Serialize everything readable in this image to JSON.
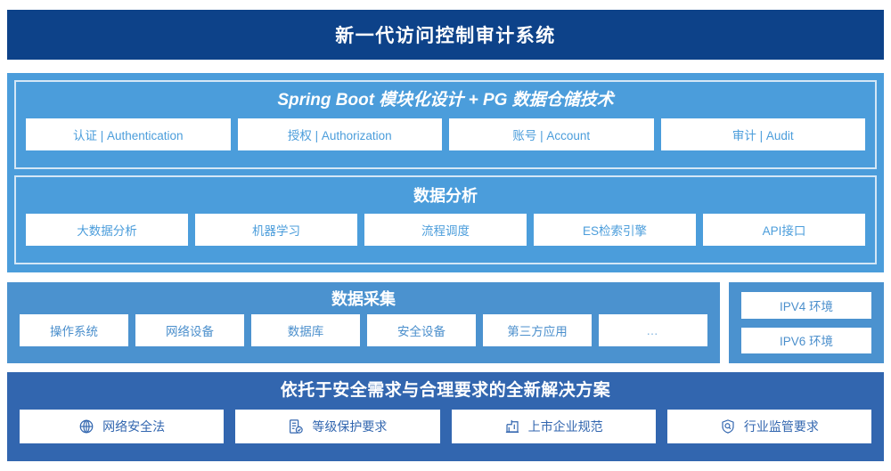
{
  "header": {
    "title": "新一代访问控制审计系统"
  },
  "spring_group": {
    "title": "Spring Boot 模块化设计 + PG 数据仓储技术",
    "chips": [
      {
        "label": "认证 | Authentication"
      },
      {
        "label": "授权 | Authorization"
      },
      {
        "label": "账号 | Account"
      },
      {
        "label": "审计 | Audit"
      }
    ]
  },
  "analysis_group": {
    "title": "数据分析",
    "chips": [
      {
        "label": "大数据分析"
      },
      {
        "label": "机器学习"
      },
      {
        "label": "流程调度"
      },
      {
        "label": "ES检索引擎"
      },
      {
        "label": "API接口"
      }
    ]
  },
  "collection_group": {
    "title": "数据采集",
    "chips": [
      {
        "label": "操作系统"
      },
      {
        "label": "网络设备"
      },
      {
        "label": "数据库"
      },
      {
        "label": "安全设备"
      },
      {
        "label": "第三方应用"
      },
      {
        "label": "…"
      }
    ]
  },
  "environment_group": {
    "chips": [
      {
        "label": "IPV4 环境"
      },
      {
        "label": "IPV6 环境"
      }
    ]
  },
  "solution_group": {
    "title": "依托于安全需求与合理要求的全新解决方案",
    "chips": [
      {
        "label": "网络安全法",
        "icon": "globe-icon"
      },
      {
        "label": "等级保护要求",
        "icon": "document-check-icon"
      },
      {
        "label": "上市企业规范",
        "icon": "bank-building-icon"
      },
      {
        "label": "行业监管要求",
        "icon": "shield-search-icon"
      }
    ]
  },
  "colors": {
    "header_blue": "#0d4289",
    "panel_blue": "#4b9ddb",
    "collect_blue": "#4b92cf",
    "bottom_blue": "#3266af",
    "chip_white": "#ffffff",
    "inner_border": "#d4e7f6"
  }
}
